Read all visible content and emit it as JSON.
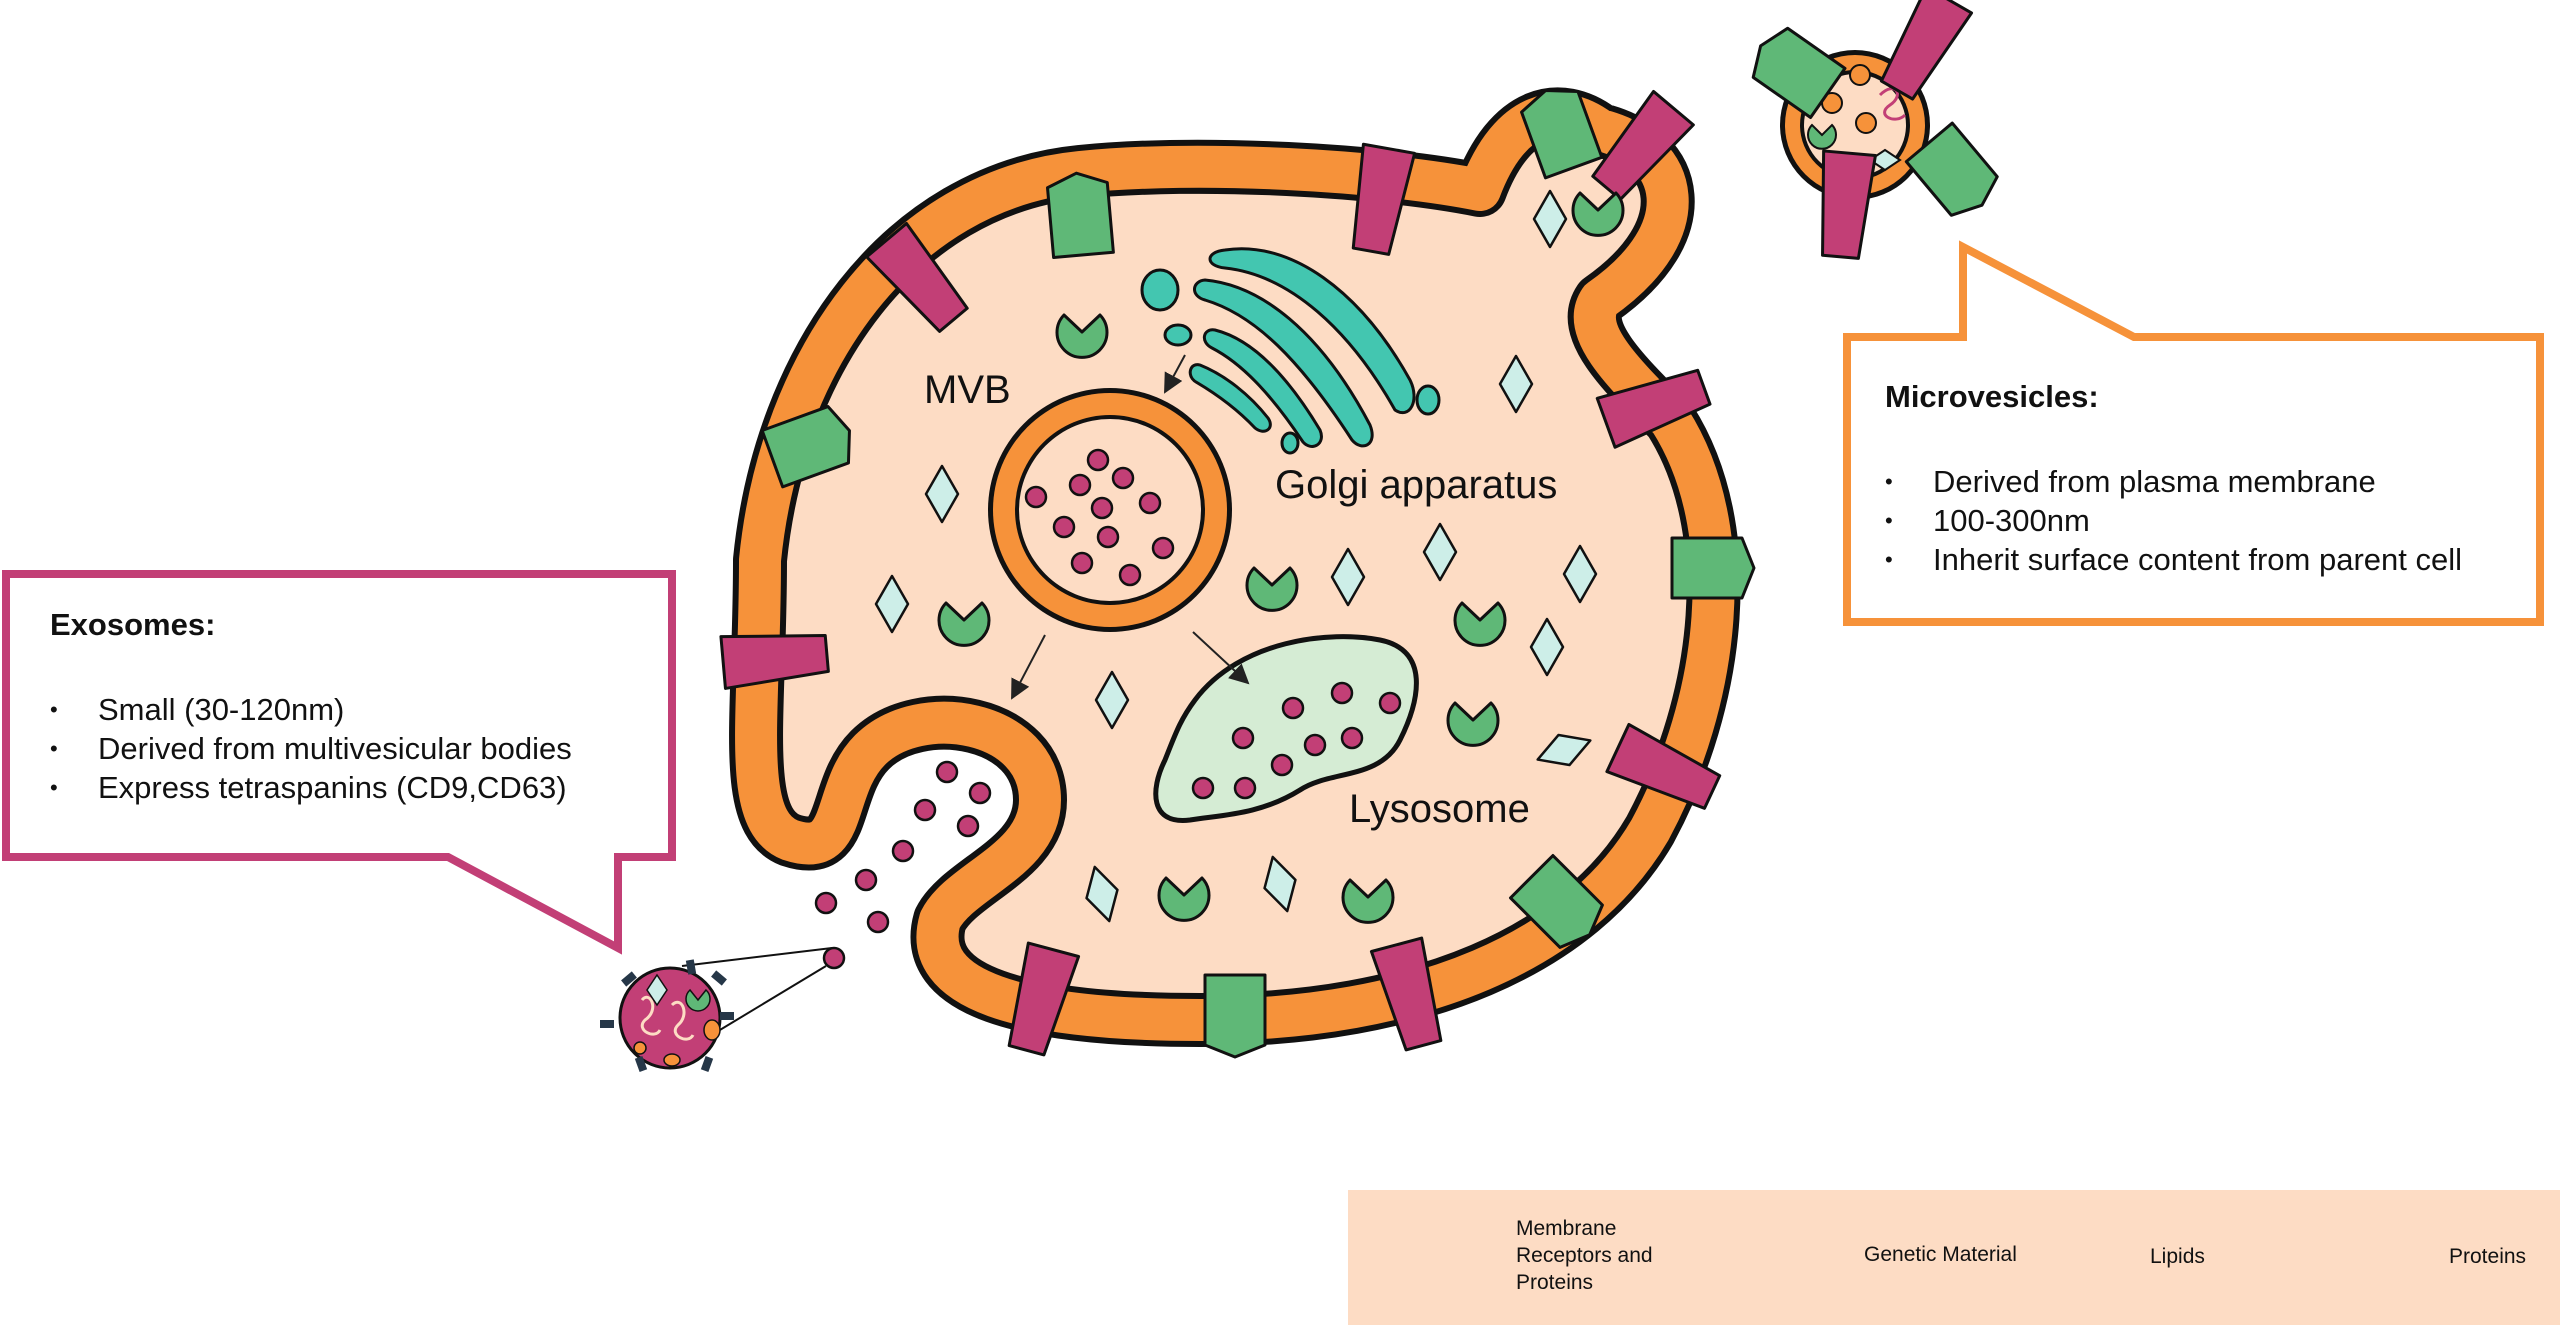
{
  "labels": {
    "mvb": "MVB",
    "golgi": "Golgi apparatus",
    "lysosome": "Lysosome"
  },
  "exosomes": {
    "title": "Exosomes:",
    "bullets": [
      "Small (30-120nm)",
      "Derived from multivesicular bodies",
      "Express tetraspanins (CD9,CD63)"
    ]
  },
  "microvesicles": {
    "title": "Microvesicles:",
    "bullets": [
      "Derived from plasma membrane",
      "100-300nm",
      "Inherit surface content from parent cell"
    ]
  },
  "legend": {
    "membrane": "Membrane Receptors and Proteins",
    "genetic": "Genetic Material",
    "lipids": "Lipids",
    "proteins": "Proteins"
  },
  "colors": {
    "membrane_orange": "#f6923a",
    "cytoplasm": "#fddcc4",
    "receptor_magenta": "#c23f76",
    "receptor_green": "#5fb877",
    "golgi_teal": "#43c6b0",
    "lysosome_green": "#d5ecd4",
    "protein_diamond": "#cdeee8",
    "exosome_callout": "#c23f76",
    "microvesicle_callout": "#f6923a",
    "legend_bg": "#fddcc4"
  }
}
